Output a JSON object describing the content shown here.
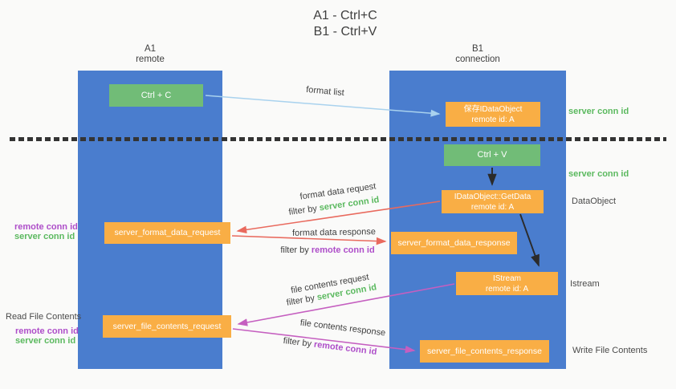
{
  "title": {
    "line1": "A1 - Ctrl+C",
    "line2": "B1 - Ctrl+V"
  },
  "columns": {
    "left": {
      "id": "A1",
      "subtitle": "remote"
    },
    "right": {
      "id": "B1",
      "subtitle": "connection"
    }
  },
  "nodes": {
    "ctrl_c": {
      "label": "Ctrl + C"
    },
    "ctrl_v": {
      "label": "Ctrl + V"
    },
    "save_dataobject": {
      "line1": "保存IDataObject",
      "line2": "remote id: A"
    },
    "getdata": {
      "line1": "IDataObject::GetData",
      "line2": "remote id: A"
    },
    "istream": {
      "line1": "IStream",
      "line2": "remote id: A"
    },
    "server_format_data_request": {
      "label": "server_format_data_request"
    },
    "server_format_data_response": {
      "label": "server_format_data_response"
    },
    "server_file_contents_request": {
      "label": "server_file_contents_request"
    },
    "server_file_contents_response": {
      "label": "server_file_contents_response"
    }
  },
  "flow_labels": {
    "format_list": "format list",
    "format_data_request": "format data request",
    "format_data_response": "format data response",
    "file_contents_request": "file contents request",
    "file_contents_response": "file contents response",
    "filter_by": "filter by ",
    "server_conn_id": "server conn id",
    "remote_conn_id": "remote conn id"
  },
  "side_labels": {
    "server_conn_id_top": "server conn id",
    "server_conn_id_mid": "server conn id",
    "dataobject": "DataObject",
    "istream": "Istream",
    "write_file_contents": "Write File Contents",
    "read_file_contents": "Read File Contents",
    "remote_conn_id": "remote conn id",
    "server_conn_id": "server conn id"
  },
  "colors": {
    "column_blue": "#4a7dce",
    "box_orange": "#f9ae45",
    "box_green": "#71bc77",
    "arrow_salmon": "#e96a5e",
    "arrow_magenta": "#c55fc0",
    "arrow_lightblue": "#a9d2ee",
    "arrow_black": "#2b2b2b",
    "text_green": "#5bb95f",
    "text_purple": "#ae4ec9",
    "text_dark": "#3f3f3f"
  }
}
